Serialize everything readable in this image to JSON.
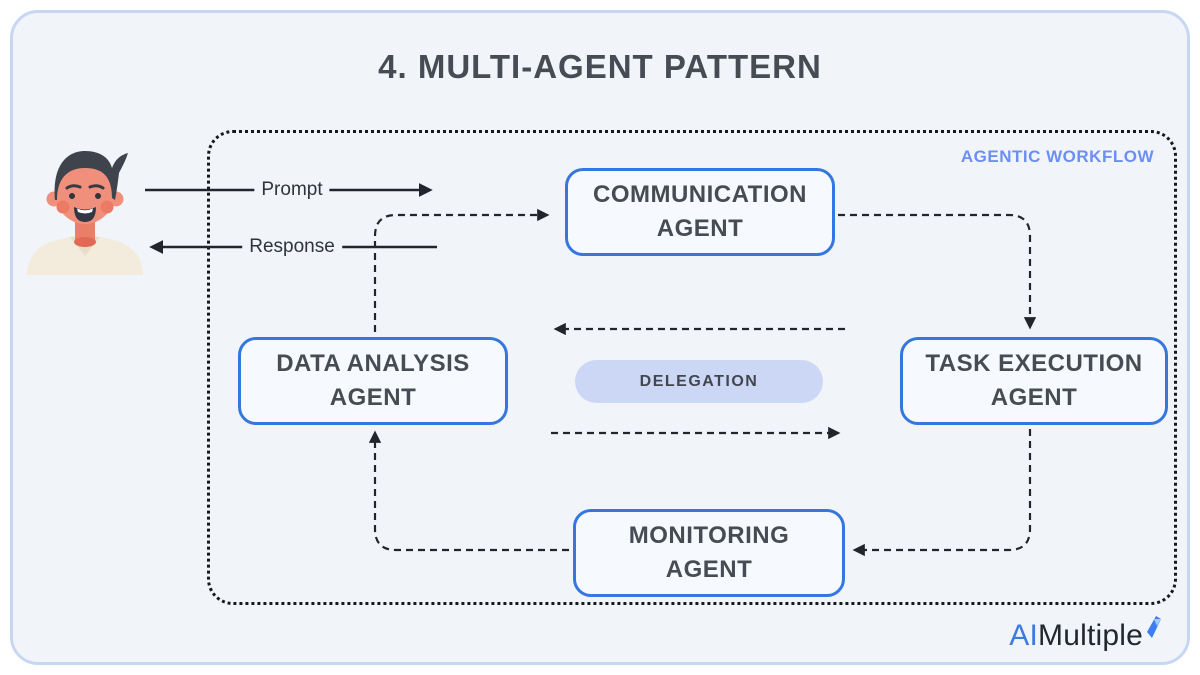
{
  "title": "4. MULTI-AGENT PATTERN",
  "workflow_label": "AGENTIC WORKFLOW",
  "io": {
    "prompt": "Prompt",
    "response": "Response"
  },
  "agents": {
    "communication": {
      "line1": "COMMUNICATION",
      "line2": "AGENT"
    },
    "data_analysis": {
      "line1": "DATA ANALYSIS",
      "line2": "AGENT"
    },
    "task_execution": {
      "line1": "TASK EXECUTION",
      "line2": "AGENT"
    },
    "monitoring": {
      "line1": "MONITORING",
      "line2": "AGENT"
    }
  },
  "delegation_label": "DELEGATION",
  "logo": {
    "ai": "AI",
    "multiple": "Multiple"
  },
  "colors": {
    "card_bg": "#f1f5fa",
    "card_border": "#c7d7f2",
    "agent_border": "#3577de",
    "agent_bg": "#f6f9fd",
    "text_dark": "#474c54",
    "workflow_label": "#6c8ff2",
    "delegation_bg": "#ccd7f6",
    "arrow": "#22262c",
    "logo_blue": "#3b7ce0",
    "logo_dark": "#23272e"
  }
}
